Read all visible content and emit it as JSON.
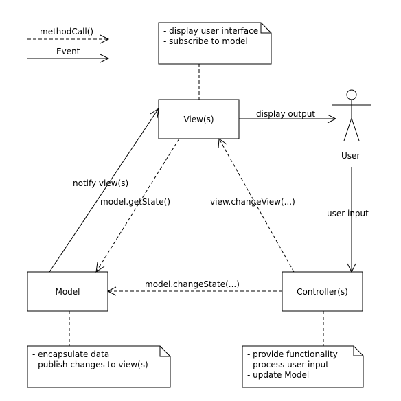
{
  "legend": {
    "method_call": "methodCall()",
    "event": "Event"
  },
  "components": {
    "view": "View(s)",
    "model": "Model",
    "controller": "Controller(s)",
    "user": "User"
  },
  "notes": {
    "view": [
      "- display user interface",
      "- subscribe to model"
    ],
    "model": [
      "- encapsulate data",
      "- publish changes to view(s)"
    ],
    "controller": [
      "- provide functionality",
      "- process user input",
      "- update Model"
    ]
  },
  "edges": {
    "display_output": "display output",
    "user_input": "user input",
    "notify_view": "notify view(s)",
    "get_state": "model.getState()",
    "change_view": "view.changeView(...)",
    "change_state": "model.changeState(...)"
  }
}
